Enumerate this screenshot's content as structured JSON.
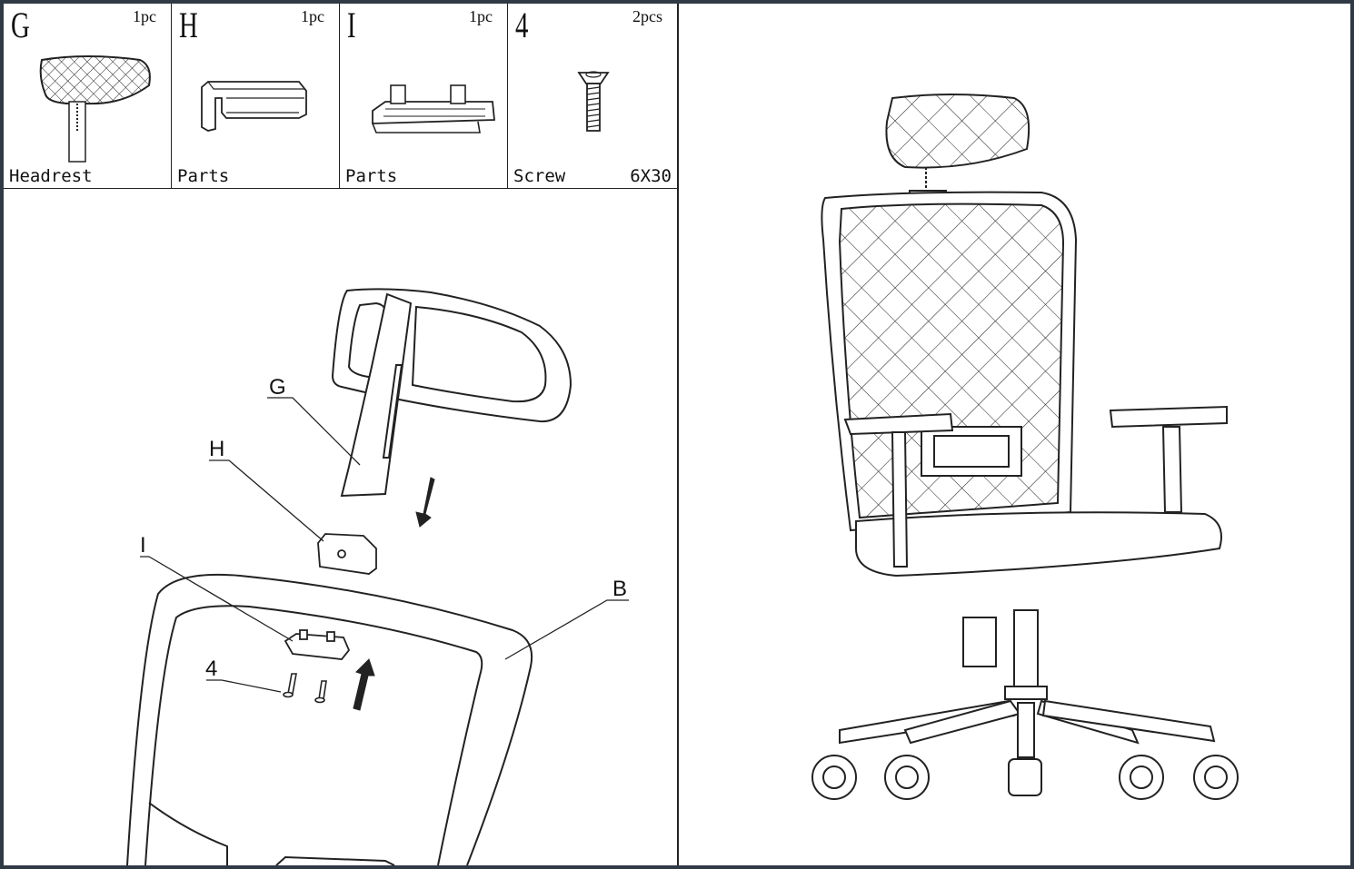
{
  "parts": [
    {
      "letter": "G",
      "qty": "1pc",
      "name": "Headrest",
      "spec": "",
      "icon": "headrest-icon"
    },
    {
      "letter": "H",
      "qty": "1pc",
      "name": "Parts",
      "spec": "",
      "icon": "bracket-part-icon"
    },
    {
      "letter": "I",
      "qty": "1pc",
      "name": "Parts",
      "spec": "",
      "icon": "mount-part-icon"
    },
    {
      "letter": "4",
      "qty": "2pcs",
      "name": "Screw",
      "spec": "6X30",
      "icon": "screw-icon"
    }
  ],
  "callouts": {
    "g": "G",
    "h": "H",
    "i": "I",
    "screw": "4",
    "b": "B"
  },
  "colors": {
    "frame": "#2f3a44",
    "line": "#222222",
    "paper": "#ffffff"
  }
}
